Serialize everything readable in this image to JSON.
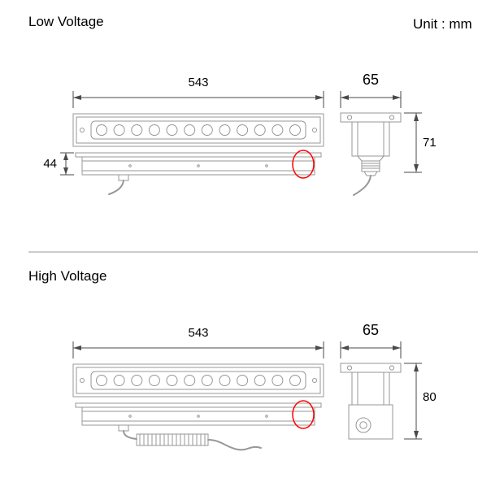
{
  "page": {
    "unit_label": "Unit : mm"
  },
  "low_voltage": {
    "title": "Low Voltage",
    "dims": {
      "length": "543",
      "width": "65",
      "height": "71",
      "body_height": "44"
    }
  },
  "high_voltage": {
    "title": "High Voltage",
    "dims": {
      "length": "543",
      "width": "65",
      "height": "80"
    }
  },
  "fixture": {
    "led_count": 12
  },
  "colors": {
    "line": "#979797",
    "dim": "#4a4a4a",
    "accent": "#ff0000"
  }
}
